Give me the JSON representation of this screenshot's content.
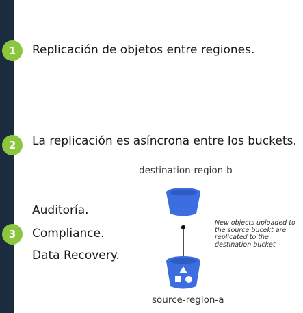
{
  "steps": [
    {
      "number": "1",
      "text": "Replicación de objetos entre regiones."
    },
    {
      "number": "2",
      "text": "La replicación es asíncrona entre los buckets."
    },
    {
      "number": "3",
      "items": [
        "Auditoría.",
        "Compliance.",
        "Data Recovery."
      ]
    }
  ],
  "diagram": {
    "destination_label": "destination-region-b",
    "source_label": "source-region-a",
    "note_lines": [
      "New objects uploaded to",
      "the source bucekt are",
      "replicated to the",
      "destination bucket"
    ],
    "bucket_color": "#3d6ee0"
  },
  "colors": {
    "sidebar": "#1b2c3f",
    "badge": "#8cc63f"
  }
}
